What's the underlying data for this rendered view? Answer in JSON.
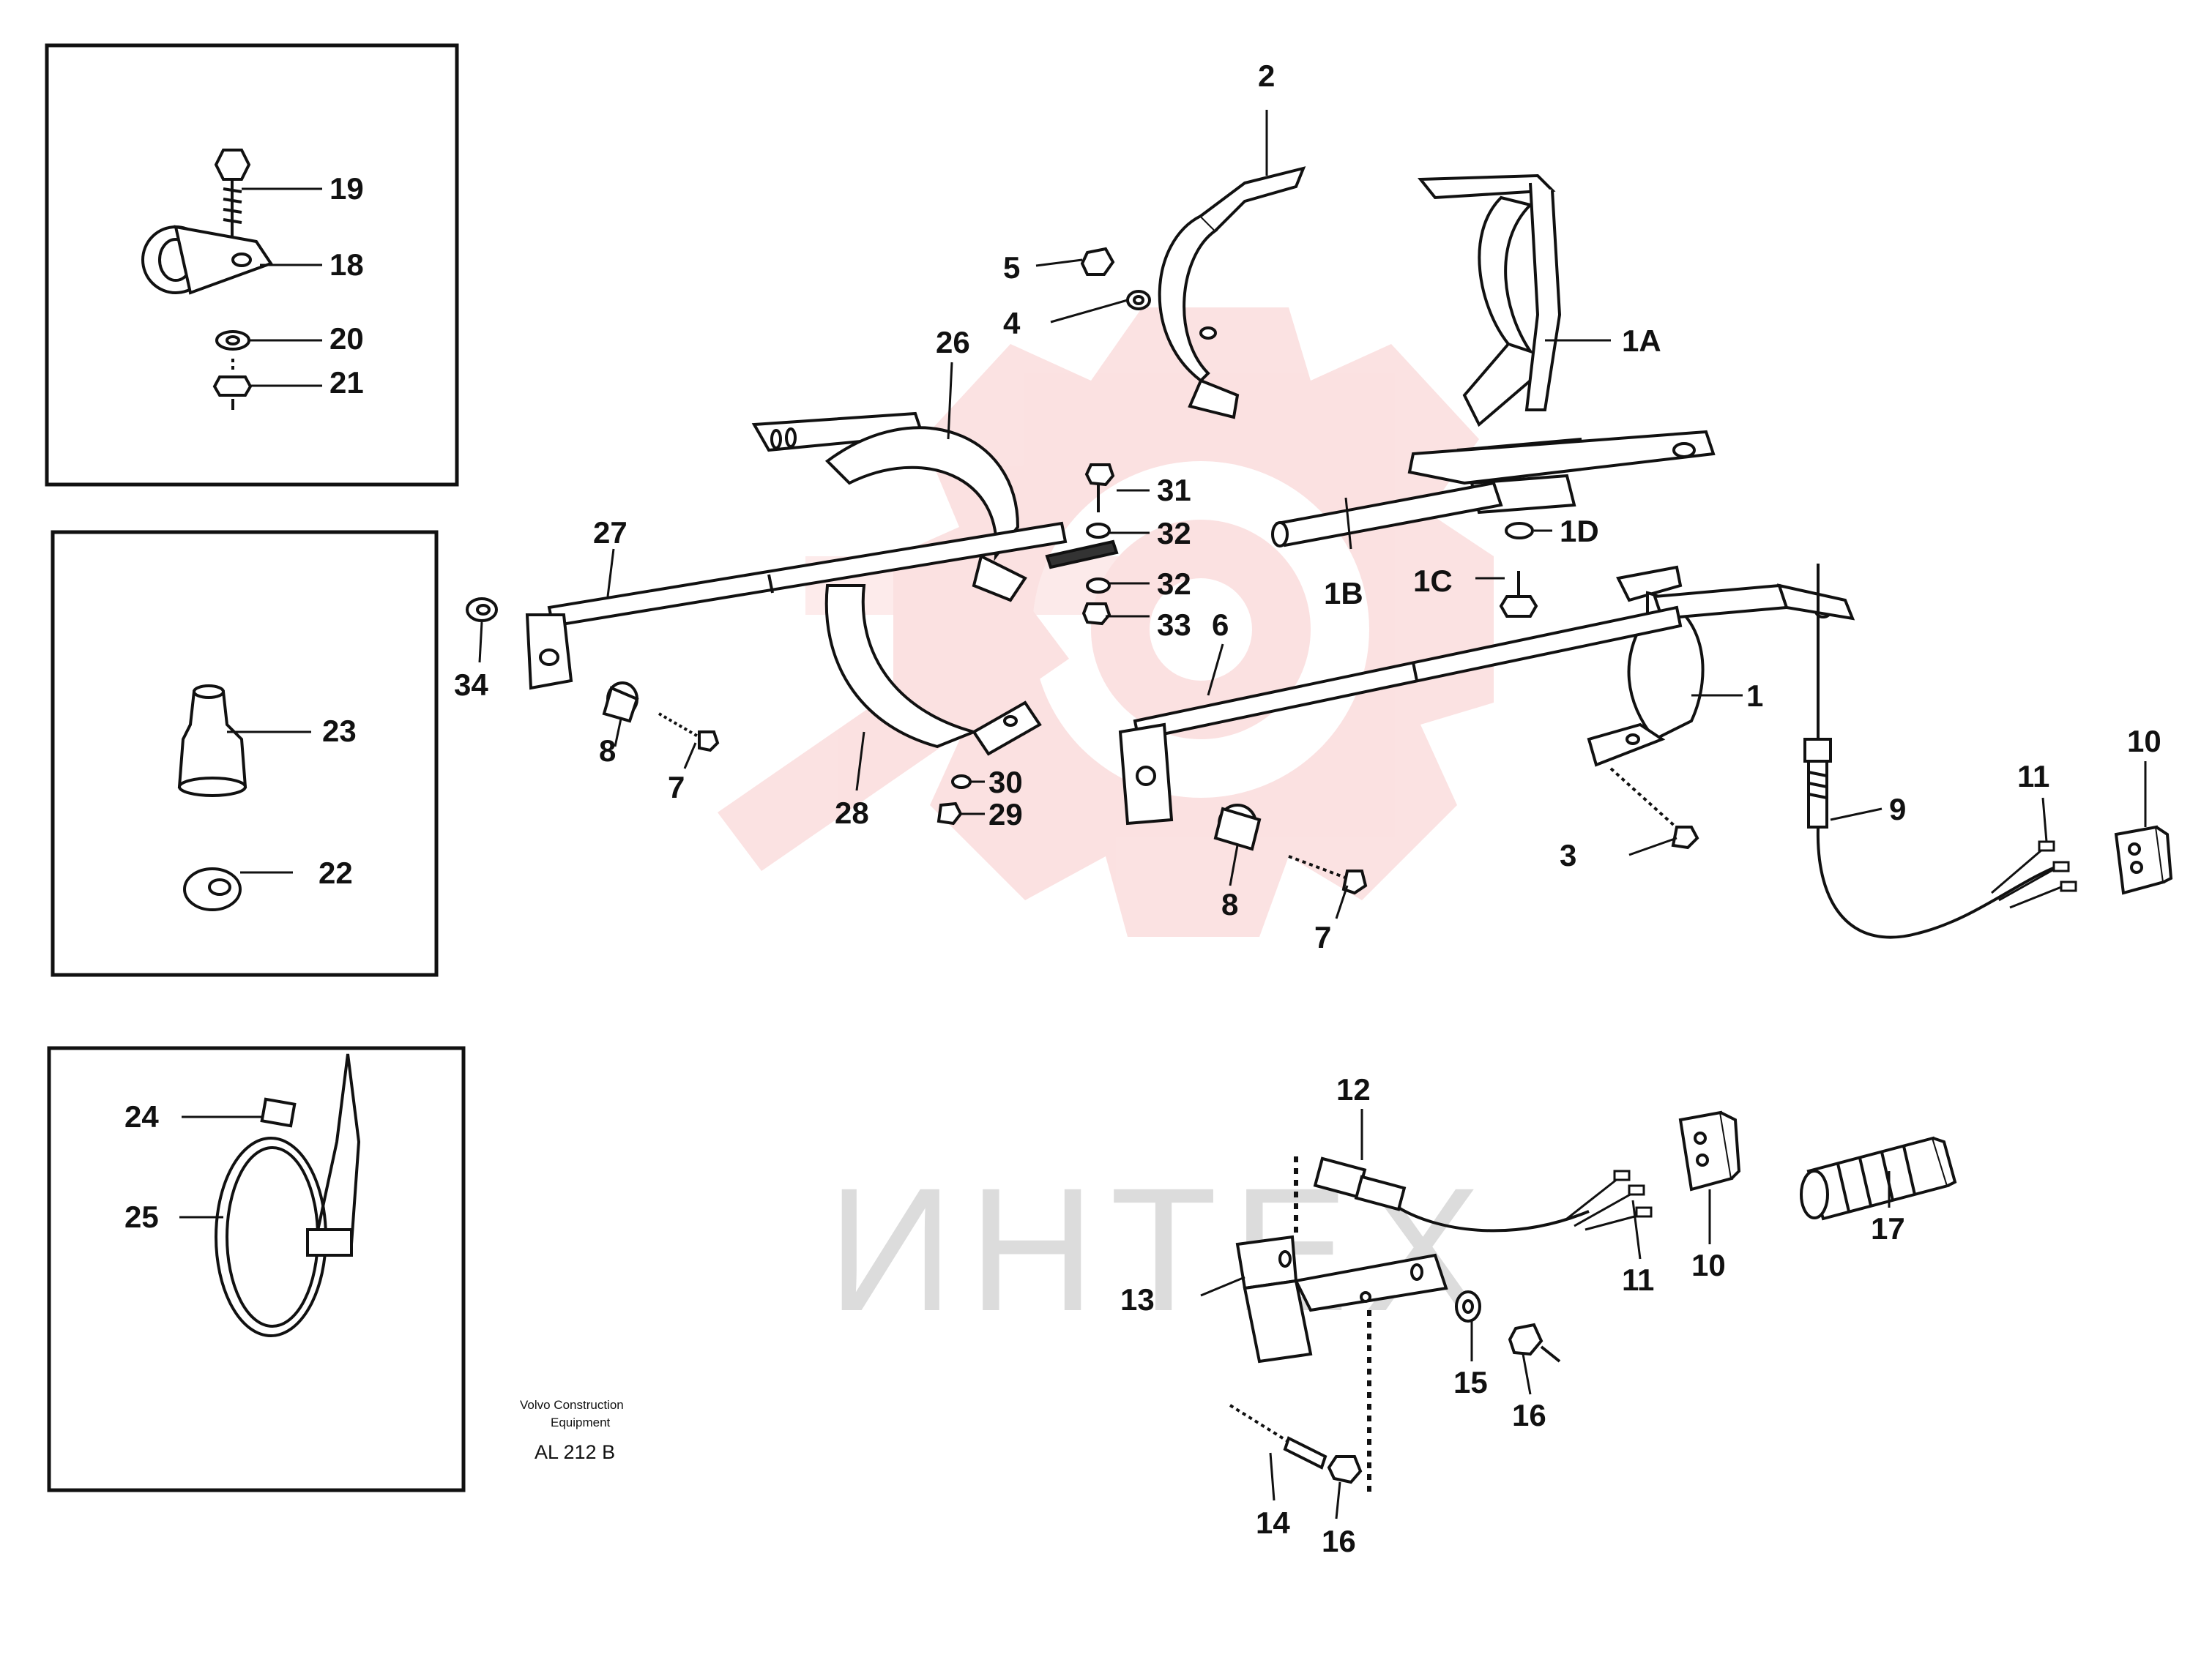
{
  "diagram": {
    "callouts": [
      {
        "id": "c19",
        "text": "19"
      },
      {
        "id": "c18",
        "text": "18"
      },
      {
        "id": "c20",
        "text": "20"
      },
      {
        "id": "c21",
        "text": "21"
      },
      {
        "id": "c23",
        "text": "23"
      },
      {
        "id": "c22",
        "text": "22"
      },
      {
        "id": "c24",
        "text": "24"
      },
      {
        "id": "c25",
        "text": "25"
      },
      {
        "id": "c2",
        "text": "2"
      },
      {
        "id": "c5",
        "text": "5"
      },
      {
        "id": "c4",
        "text": "4"
      },
      {
        "id": "c1A",
        "text": "1A"
      },
      {
        "id": "c26",
        "text": "26"
      },
      {
        "id": "c31",
        "text": "31"
      },
      {
        "id": "c32a",
        "text": "32"
      },
      {
        "id": "c32b",
        "text": "32"
      },
      {
        "id": "c33",
        "text": "33"
      },
      {
        "id": "c1D",
        "text": "1D"
      },
      {
        "id": "c1B",
        "text": "1B"
      },
      {
        "id": "c1C",
        "text": "1C"
      },
      {
        "id": "c27",
        "text": "27"
      },
      {
        "id": "c34",
        "text": "34"
      },
      {
        "id": "c8a",
        "text": "8"
      },
      {
        "id": "c7a",
        "text": "7"
      },
      {
        "id": "c28",
        "text": "28"
      },
      {
        "id": "c30",
        "text": "30"
      },
      {
        "id": "c29",
        "text": "29"
      },
      {
        "id": "c6",
        "text": "6"
      },
      {
        "id": "c1",
        "text": "1"
      },
      {
        "id": "c3",
        "text": "3"
      },
      {
        "id": "c8b",
        "text": "8"
      },
      {
        "id": "c7b",
        "text": "7"
      },
      {
        "id": "c9",
        "text": "9"
      },
      {
        "id": "c11a",
        "text": "11"
      },
      {
        "id": "c10a",
        "text": "10"
      },
      {
        "id": "c12",
        "text": "12"
      },
      {
        "id": "c10b",
        "text": "10"
      },
      {
        "id": "c17",
        "text": "17"
      },
      {
        "id": "c11b",
        "text": "11"
      },
      {
        "id": "c13",
        "text": "13"
      },
      {
        "id": "c15",
        "text": "15"
      },
      {
        "id": "c16a",
        "text": "16"
      },
      {
        "id": "c14",
        "text": "14"
      },
      {
        "id": "c16b",
        "text": "16"
      }
    ],
    "footer": {
      "line1": "Volvo Construction",
      "line2": "Equipment",
      "code": "AL 212 B"
    },
    "watermark": {
      "text": "ИНТЕХ",
      "color": "#f5b5b5"
    }
  }
}
